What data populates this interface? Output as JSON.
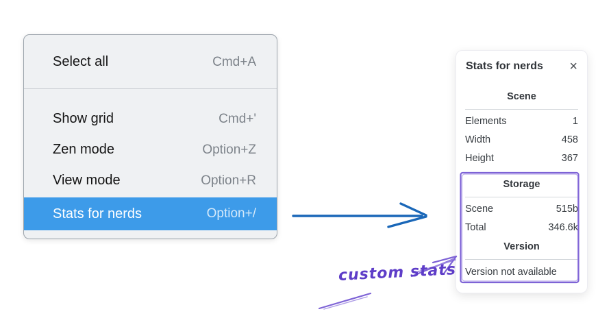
{
  "context_menu": {
    "items": [
      {
        "label": "Select all",
        "shortcut": "Cmd+A",
        "highlighted": false
      },
      {
        "label": "Show grid",
        "shortcut": "Cmd+'",
        "highlighted": false
      },
      {
        "label": "Zen mode",
        "shortcut": "Option+Z",
        "highlighted": false
      },
      {
        "label": "View mode",
        "shortcut": "Option+R",
        "highlighted": false
      },
      {
        "label": "Stats for nerds",
        "shortcut": "Option+/",
        "highlighted": true
      }
    ],
    "highlight_color": "#3d9be9"
  },
  "stats_panel": {
    "title": "Stats for nerds",
    "close_icon": "×",
    "sections": {
      "scene": {
        "header": "Scene",
        "rows": [
          {
            "label": "Elements",
            "value": "1"
          },
          {
            "label": "Width",
            "value": "458"
          },
          {
            "label": "Height",
            "value": "367"
          }
        ]
      },
      "storage": {
        "header": "Storage",
        "rows": [
          {
            "label": "Scene",
            "value": "515b"
          },
          {
            "label": "Total",
            "value": "346.6k"
          }
        ]
      },
      "version": {
        "header": "Version",
        "note": "Version not available"
      }
    }
  },
  "annotations": {
    "custom_stats_label": "custom stats",
    "colors": {
      "blue_arrow": "#1a67b8",
      "purple_stroke": "#7e63d6",
      "purple_text": "#5e3dc8"
    }
  }
}
